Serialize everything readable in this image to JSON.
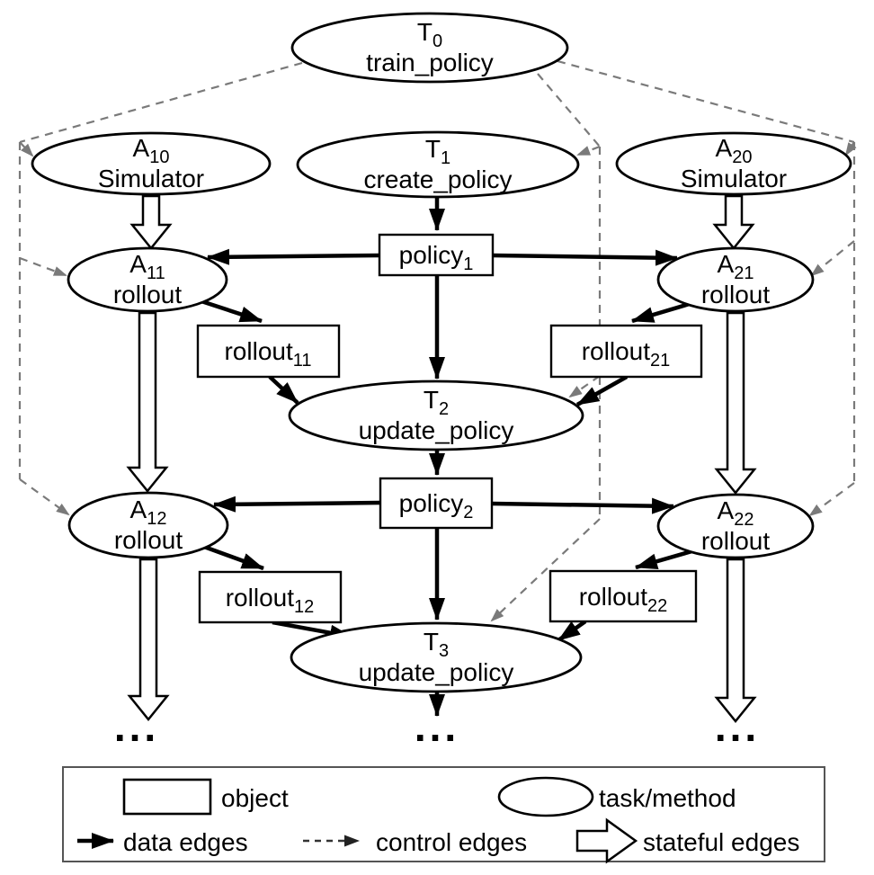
{
  "diagram": {
    "title_hint": "task graph of train_policy workflow",
    "nodes": {
      "T0": {
        "symbol": "T",
        "sub": "0",
        "label": "train_policy",
        "kind": "task"
      },
      "A10": {
        "symbol": "A",
        "sub": "10",
        "label": "Simulator",
        "kind": "task"
      },
      "T1": {
        "symbol": "T",
        "sub": "1",
        "label": "create_policy",
        "kind": "task"
      },
      "A20": {
        "symbol": "A",
        "sub": "20",
        "label": "Simulator",
        "kind": "task"
      },
      "A11": {
        "symbol": "A",
        "sub": "11",
        "label": "rollout",
        "kind": "task"
      },
      "policy1": {
        "symbol": "policy",
        "sub": "1",
        "kind": "object"
      },
      "A21": {
        "symbol": "A",
        "sub": "21",
        "label": "rollout",
        "kind": "task"
      },
      "rollout11": {
        "symbol": "rollout",
        "sub": "11",
        "kind": "object"
      },
      "rollout21": {
        "symbol": "rollout",
        "sub": "21",
        "kind": "object"
      },
      "T2": {
        "symbol": "T",
        "sub": "2",
        "label": "update_policy",
        "kind": "task"
      },
      "policy2": {
        "symbol": "policy",
        "sub": "2",
        "kind": "object"
      },
      "A12": {
        "symbol": "A",
        "sub": "12",
        "label": "rollout",
        "kind": "task"
      },
      "A22": {
        "symbol": "A",
        "sub": "22",
        "label": "rollout",
        "kind": "task"
      },
      "rollout12": {
        "symbol": "rollout",
        "sub": "12",
        "kind": "object"
      },
      "rollout22": {
        "symbol": "rollout",
        "sub": "22",
        "kind": "object"
      },
      "T3": {
        "symbol": "T",
        "sub": "3",
        "label": "update_policy",
        "kind": "task"
      }
    },
    "ellipsis": "...",
    "colors": {
      "node_stroke": "#000000",
      "data_edge": "#000000",
      "control_edge": "#7a7a7a",
      "background": "#ffffff"
    }
  },
  "legend": {
    "object_label": "object",
    "task_label": "task/method",
    "data_label": "data edges",
    "control_label": "control edges",
    "stateful_label": "stateful edges"
  }
}
